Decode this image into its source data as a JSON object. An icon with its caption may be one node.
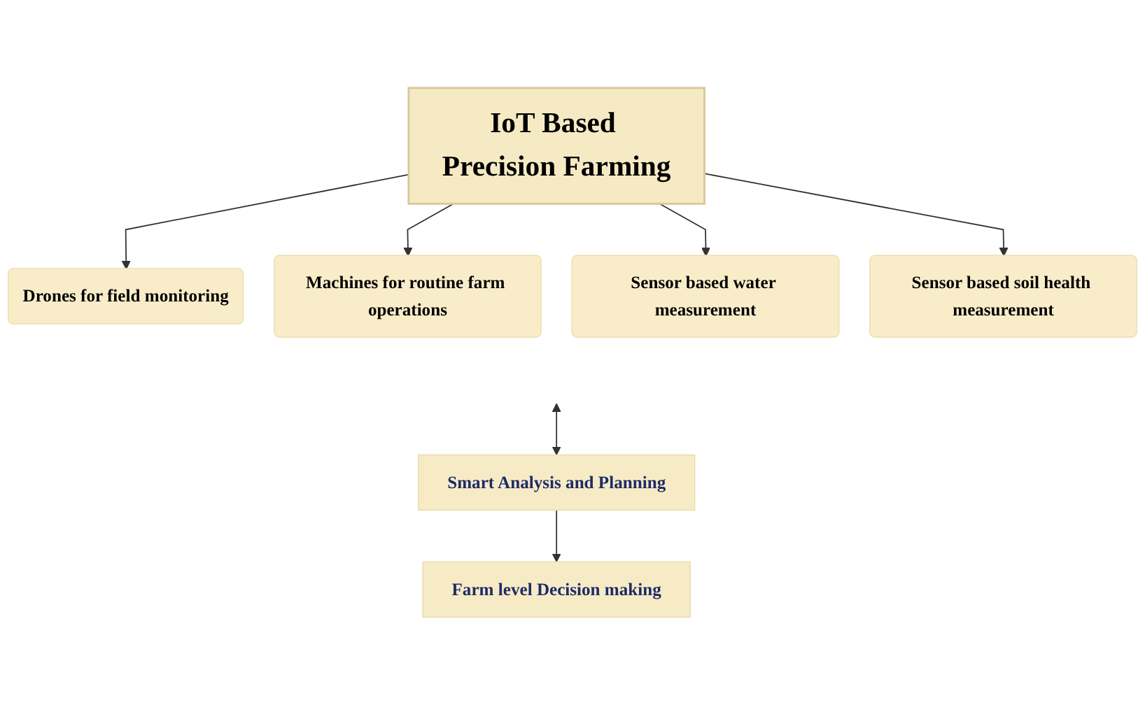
{
  "diagram": {
    "nodes": [
      {
        "text": [
          "IoT Based Precision Farming"
        ]
      },
      {
        "text": [
          "Drones for field monitoring"
        ]
      },
      {
        "text": [
          "Machines for routine farm operations"
        ]
      },
      {
        "text": [
          "Sensor based water measurement"
        ]
      },
      {
        "text": [
          "Sensor based soil health measurement"
        ]
      },
      {
        "text": [
          "Smart Analysis and Planning"
        ]
      },
      {
        "text": [
          "Farm level Decision making"
        ]
      }
    ],
    "edges": [
      {
        "from": 0,
        "to": 1,
        "arrow": "to"
      },
      {
        "from": 0,
        "to": 2,
        "arrow": "to"
      },
      {
        "from": 0,
        "to": 3,
        "arrow": "to"
      },
      {
        "from": 0,
        "to": 4,
        "arrow": "to"
      },
      {
        "from": null,
        "to": 5,
        "arrow": "both"
      },
      {
        "from": 5,
        "to": 6,
        "arrow": "to"
      }
    ]
  }
}
